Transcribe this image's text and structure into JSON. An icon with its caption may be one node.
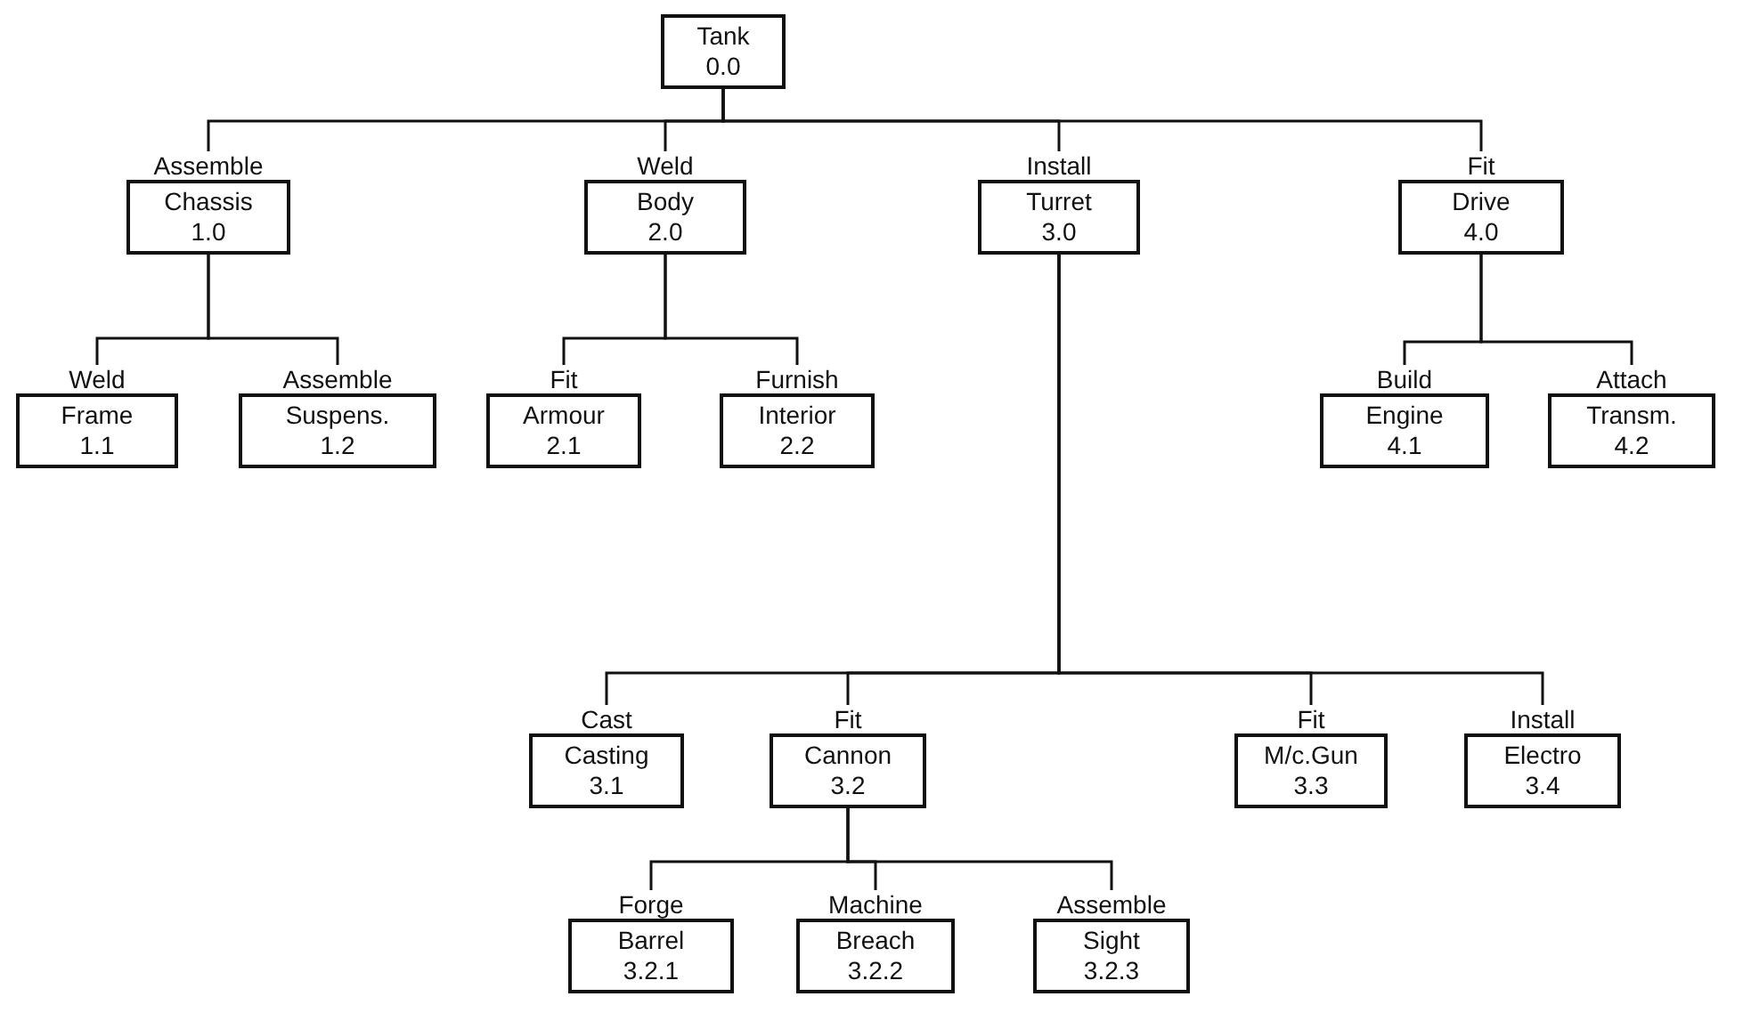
{
  "diagram": {
    "nodes": [
      {
        "text": [
          "Tank",
          "0.0"
        ]
      },
      {
        "text": [
          "Assemble",
          "Chassis",
          "1.0"
        ]
      },
      {
        "text": [
          "Weld",
          "Body",
          "2.0"
        ]
      },
      {
        "text": [
          "Install",
          "Turret",
          "3.0"
        ]
      },
      {
        "text": [
          "Fit",
          "Drive",
          "4.0"
        ]
      },
      {
        "text": [
          "Weld",
          "Frame",
          "1.1"
        ]
      },
      {
        "text": [
          "Assemble",
          "Suspens.",
          "1.2"
        ]
      },
      {
        "text": [
          "Fit",
          "Armour",
          "2.1"
        ]
      },
      {
        "text": [
          "Furnish",
          "Interior",
          "2.2"
        ]
      },
      {
        "text": [
          "Build",
          "Engine",
          "4.1"
        ]
      },
      {
        "text": [
          "Attach",
          "Transm.",
          "4.2"
        ]
      },
      {
        "text": [
          "Cast",
          "Casting",
          "3.1"
        ]
      },
      {
        "text": [
          "Fit",
          "Cannon",
          "3.2"
        ]
      },
      {
        "text": [
          "Fit",
          "M/c.Gun",
          "3.3"
        ]
      },
      {
        "text": [
          "Install",
          "Electro",
          "3.4"
        ]
      },
      {
        "text": [
          "Forge",
          "Barrel",
          "3.2.1"
        ]
      },
      {
        "text": [
          "Machine",
          "Breach",
          "3.2.2"
        ]
      },
      {
        "text": [
          "Assemble",
          "Sight",
          "3.2.3"
        ]
      }
    ],
    "edges": [
      {
        "from": 0,
        "to": 1,
        "arrow": "none"
      },
      {
        "from": 0,
        "to": 2,
        "arrow": "none"
      },
      {
        "from": 0,
        "to": 3,
        "arrow": "none"
      },
      {
        "from": 0,
        "to": 4,
        "arrow": "none"
      },
      {
        "from": 1,
        "to": 5,
        "arrow": "none"
      },
      {
        "from": 1,
        "to": 6,
        "arrow": "none"
      },
      {
        "from": 2,
        "to": 7,
        "arrow": "none"
      },
      {
        "from": 2,
        "to": 8,
        "arrow": "none"
      },
      {
        "from": 4,
        "to": 9,
        "arrow": "none"
      },
      {
        "from": 4,
        "to": 10,
        "arrow": "none"
      },
      {
        "from": 3,
        "to": 11,
        "arrow": "none"
      },
      {
        "from": 3,
        "to": 12,
        "arrow": "none"
      },
      {
        "from": 3,
        "to": 13,
        "arrow": "none"
      },
      {
        "from": 3,
        "to": 14,
        "arrow": "none"
      },
      {
        "from": 12,
        "to": 15,
        "arrow": "none"
      },
      {
        "from": 12,
        "to": 16,
        "arrow": "none"
      },
      {
        "from": 12,
        "to": 17,
        "arrow": "none"
      }
    ]
  }
}
